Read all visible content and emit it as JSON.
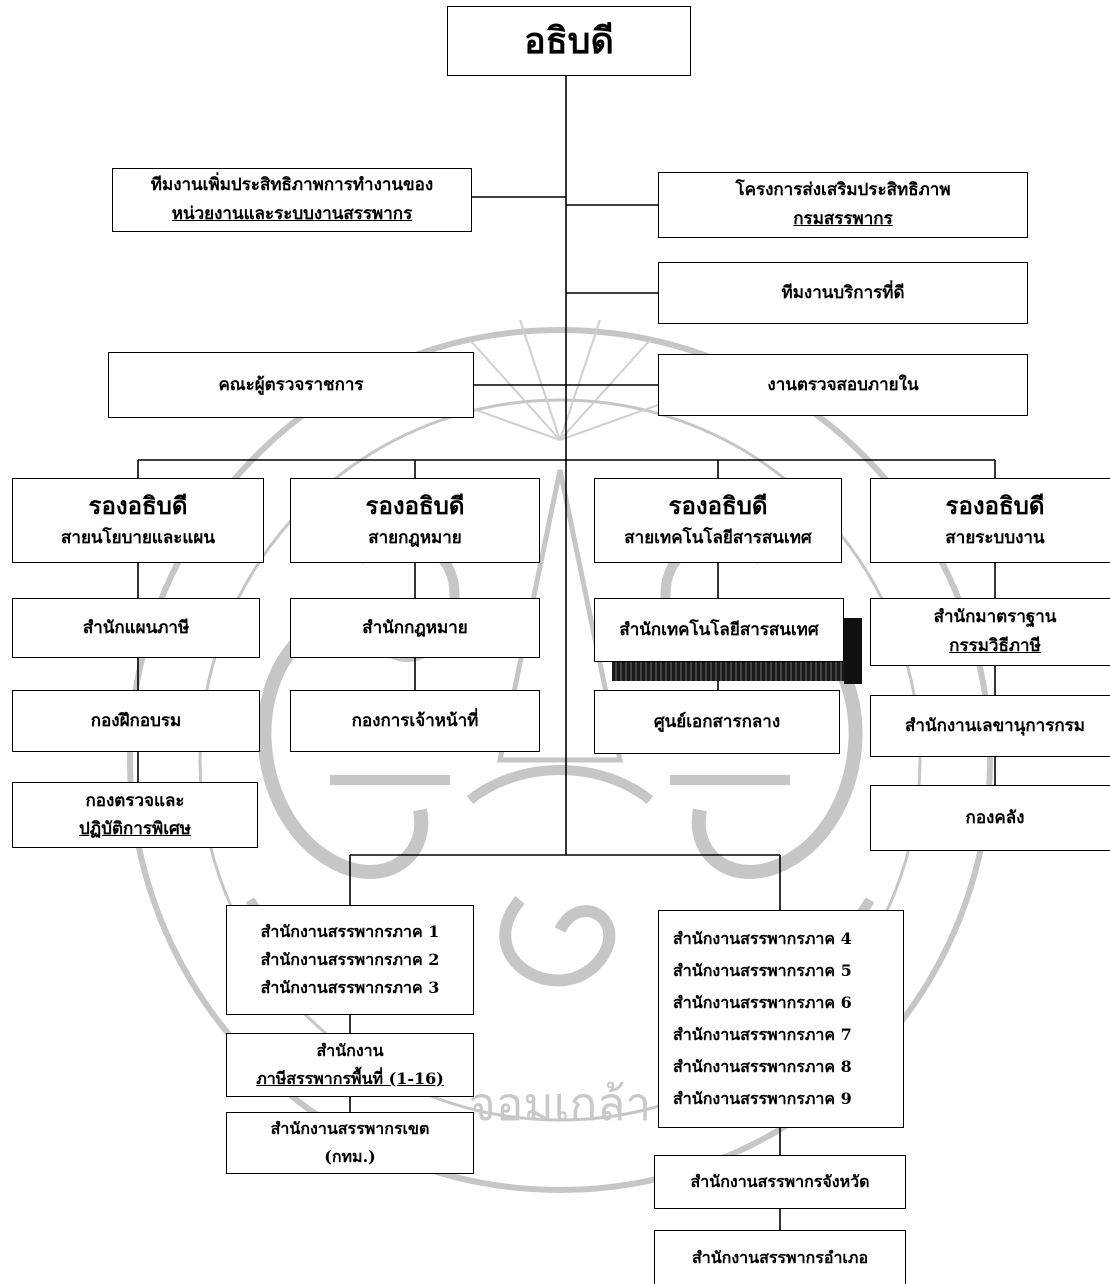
{
  "colors": {
    "line": "#000000",
    "watermark": "#bdbdbd",
    "box_fill": "#ffffff"
  },
  "icons": {
    "watermark": "university-seal-watermark"
  },
  "watermark_text": "จอมเกล้า",
  "chart": {
    "top": "อธิบดี",
    "staff_left": [
      "ทีมงานเพิ่มประสิทธิภาพการทำงานของ",
      "หน่วยงานและระบบงานสรรพากร"
    ],
    "staff_right": [
      "โครงการส่งเสริมประสิทธิภาพ",
      "กรมสรรพากร"
    ],
    "service_team": "ทีมงานบริการที่ดี",
    "inspectors": "คณะผู้ตรวจราชการ",
    "internal_audit": "งานตรวจสอบภายใน",
    "deputies": [
      {
        "title": "รองอธิบดี",
        "line": "สายนโยบายและแผน",
        "units": [
          [
            "สำนักแผนภาษี"
          ],
          [
            "กองฝึกอบรม"
          ],
          [
            "กองตรวจและ",
            "ปฏิบัติการพิเศษ"
          ]
        ]
      },
      {
        "title": "รองอธิบดี",
        "line": "สายกฎหมาย",
        "units": [
          [
            "สำนักกฎหมาย"
          ],
          [
            "กองการเจ้าหน้าที่"
          ]
        ]
      },
      {
        "title": "รองอธิบดี",
        "line": "สายเทคโนโลยีสารสนเทศ",
        "units": [
          [
            "สำนักเทคโนโลยีสารสนเทศ"
          ],
          [
            "ศูนย์เอกสารกลาง"
          ]
        ]
      },
      {
        "title": "รองอธิบดี",
        "line": "สายระบบงาน",
        "units": [
          [
            "สำนักมาตราฐาน",
            "กรรมวิธีภาษี"
          ],
          [
            "สำนักงานเลขานุการกรม"
          ],
          [
            "กองคลัง"
          ]
        ]
      }
    ],
    "regional_left": [
      "สำนักงานสรรพากรภาค 1",
      "สำนักงานสรรพากรภาค 2",
      "สำนักงานสรรพากรภาค 3"
    ],
    "area_offices": [
      "สำนักงาน",
      "ภาษีสรรพากรพื้นที่ (1-16)"
    ],
    "district_offices": [
      "สำนักงานสรรพากรเขต",
      "(กทม.)"
    ],
    "regional_right": [
      "สำนักงานสรรพากรภาค 4",
      "สำนักงานสรรพากรภาค 5",
      "สำนักงานสรรพากรภาค 6",
      "สำนักงานสรรพากรภาค 7",
      "สำนักงานสรรพากรภาค 8",
      "สำนักงานสรรพากรภาค 9"
    ],
    "provincial": "สำนักงานสรรพากรจังหวัด",
    "district": "สำนักงานสรรพากรอำเภอ"
  }
}
